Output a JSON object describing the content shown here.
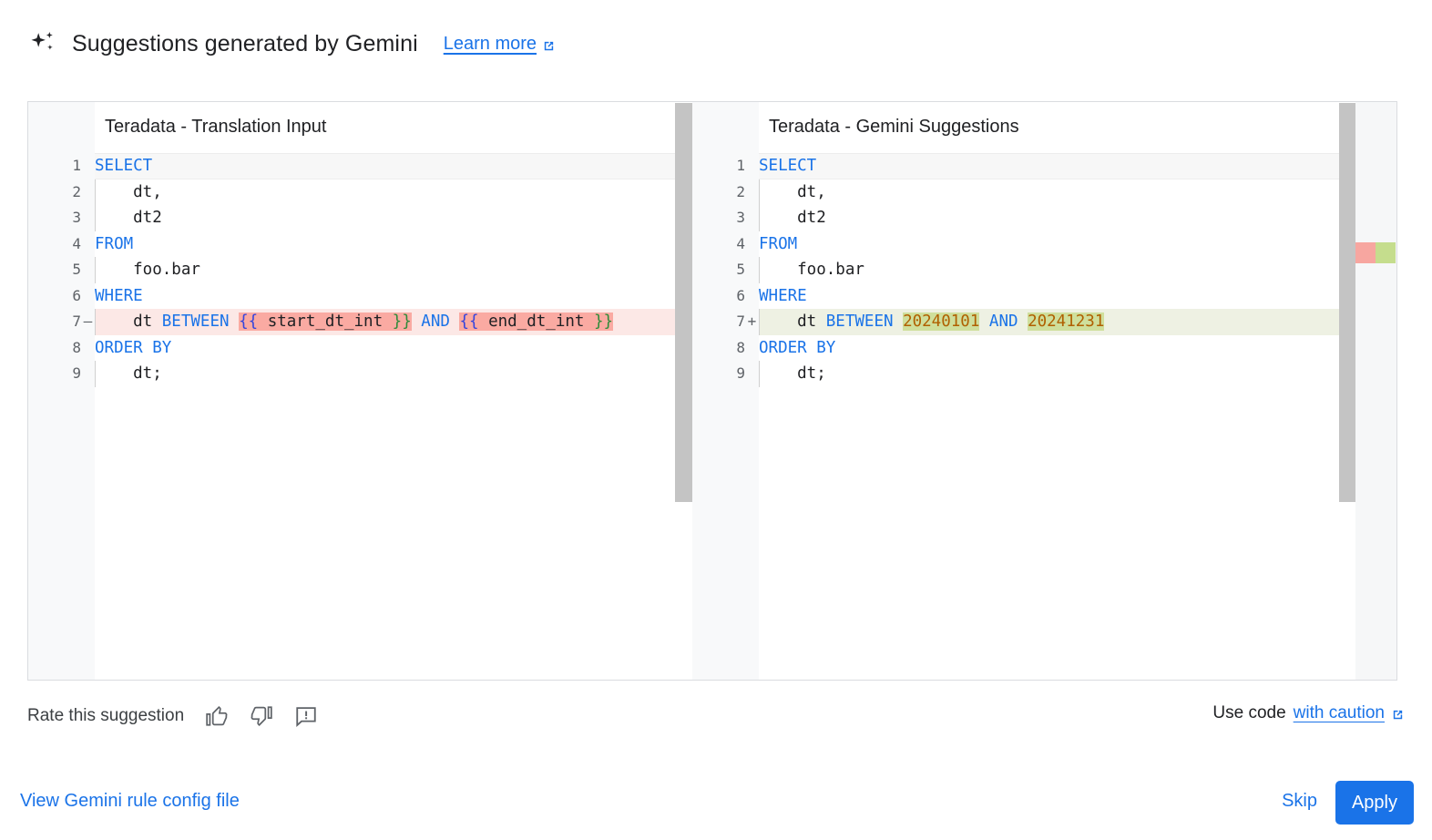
{
  "header": {
    "icon": "gemini-sparkle-icon",
    "title": "Suggestions generated by Gemini",
    "learn_more": "Learn more",
    "external_icon": "external-link-icon"
  },
  "colors": {
    "accent": "#1a73e8",
    "text": "#202124",
    "muted": "#5f6368",
    "gutter_bg": "#f8f9fa",
    "border": "#dadce0",
    "diff_delete_line": "#fce8e6",
    "diff_delete_word": "#faaaa2",
    "diff_insert_line": "#eef1e3",
    "diff_insert_word": "#cfdf9c",
    "keyword": "#1a73e8",
    "number": "#b06000",
    "bracket_open": "#3344dd",
    "bracket_close": "#2e8b3a",
    "scrollbar": "#c4c4c4",
    "ruler_delete": "#f7a6a0",
    "ruler_insert": "#c5dd8d"
  },
  "diff": {
    "left": {
      "title": "Teradata - Translation Input",
      "lines": [
        {
          "n": "1",
          "sign": "",
          "state": "current",
          "indent": false,
          "text": "SELECT"
        },
        {
          "n": "2",
          "sign": "",
          "state": "",
          "indent": true,
          "text": "    dt,"
        },
        {
          "n": "3",
          "sign": "",
          "state": "",
          "indent": true,
          "text": "    dt2"
        },
        {
          "n": "4",
          "sign": "",
          "state": "",
          "indent": false,
          "text": "FROM"
        },
        {
          "n": "5",
          "sign": "",
          "state": "",
          "indent": true,
          "text": "    foo.bar"
        },
        {
          "n": "6",
          "sign": "",
          "state": "",
          "indent": false,
          "text": "WHERE"
        },
        {
          "n": "7",
          "sign": "—",
          "state": "delete",
          "indent": true,
          "text": "    dt BETWEEN {{ start_dt_int }} AND {{ end_dt_int }}"
        },
        {
          "n": "8",
          "sign": "",
          "state": "",
          "indent": false,
          "text": "ORDER BY"
        },
        {
          "n": "9",
          "sign": "",
          "state": "",
          "indent": true,
          "text": "    dt;"
        }
      ]
    },
    "right": {
      "title": "Teradata - Gemini Suggestions",
      "lines": [
        {
          "n": "1",
          "sign": "",
          "state": "current",
          "indent": false,
          "text": "SELECT"
        },
        {
          "n": "2",
          "sign": "",
          "state": "",
          "indent": true,
          "text": "    dt,"
        },
        {
          "n": "3",
          "sign": "",
          "state": "",
          "indent": true,
          "text": "    dt2"
        },
        {
          "n": "4",
          "sign": "",
          "state": "",
          "indent": false,
          "text": "FROM"
        },
        {
          "n": "5",
          "sign": "",
          "state": "",
          "indent": true,
          "text": "    foo.bar"
        },
        {
          "n": "6",
          "sign": "",
          "state": "",
          "indent": false,
          "text": "WHERE"
        },
        {
          "n": "7",
          "sign": "+",
          "state": "insert",
          "indent": true,
          "text": "    dt BETWEEN 20240101 AND 20241231"
        },
        {
          "n": "8",
          "sign": "",
          "state": "",
          "indent": false,
          "text": "ORDER BY"
        },
        {
          "n": "9",
          "sign": "",
          "state": "",
          "indent": true,
          "text": "    dt;"
        }
      ]
    }
  },
  "rate": {
    "label": "Rate this suggestion",
    "thumb_up": "thumb-up-icon",
    "thumb_down": "thumb-down-icon",
    "report": "report-feedback-icon"
  },
  "caution": {
    "prefix": "Use code",
    "link": "with caution",
    "external_icon": "external-link-icon"
  },
  "footer": {
    "config_link": "View Gemini rule config file",
    "skip": "Skip",
    "apply": "Apply"
  }
}
